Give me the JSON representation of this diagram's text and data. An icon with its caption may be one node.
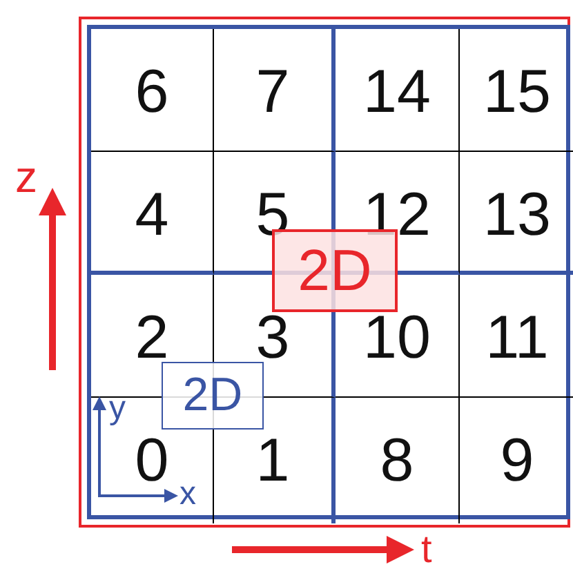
{
  "diagram": {
    "nodes": [
      {
        "text": [
          "2D"
        ]
      },
      {
        "text": [
          "2D"
        ]
      }
    ],
    "labels": [
      "6",
      "7",
      "14",
      "15",
      "4",
      "5",
      "12",
      "13",
      "2",
      "3",
      "10",
      "11",
      "0",
      "1",
      "8",
      "9",
      "z",
      "y",
      "x",
      "t"
    ]
  }
}
